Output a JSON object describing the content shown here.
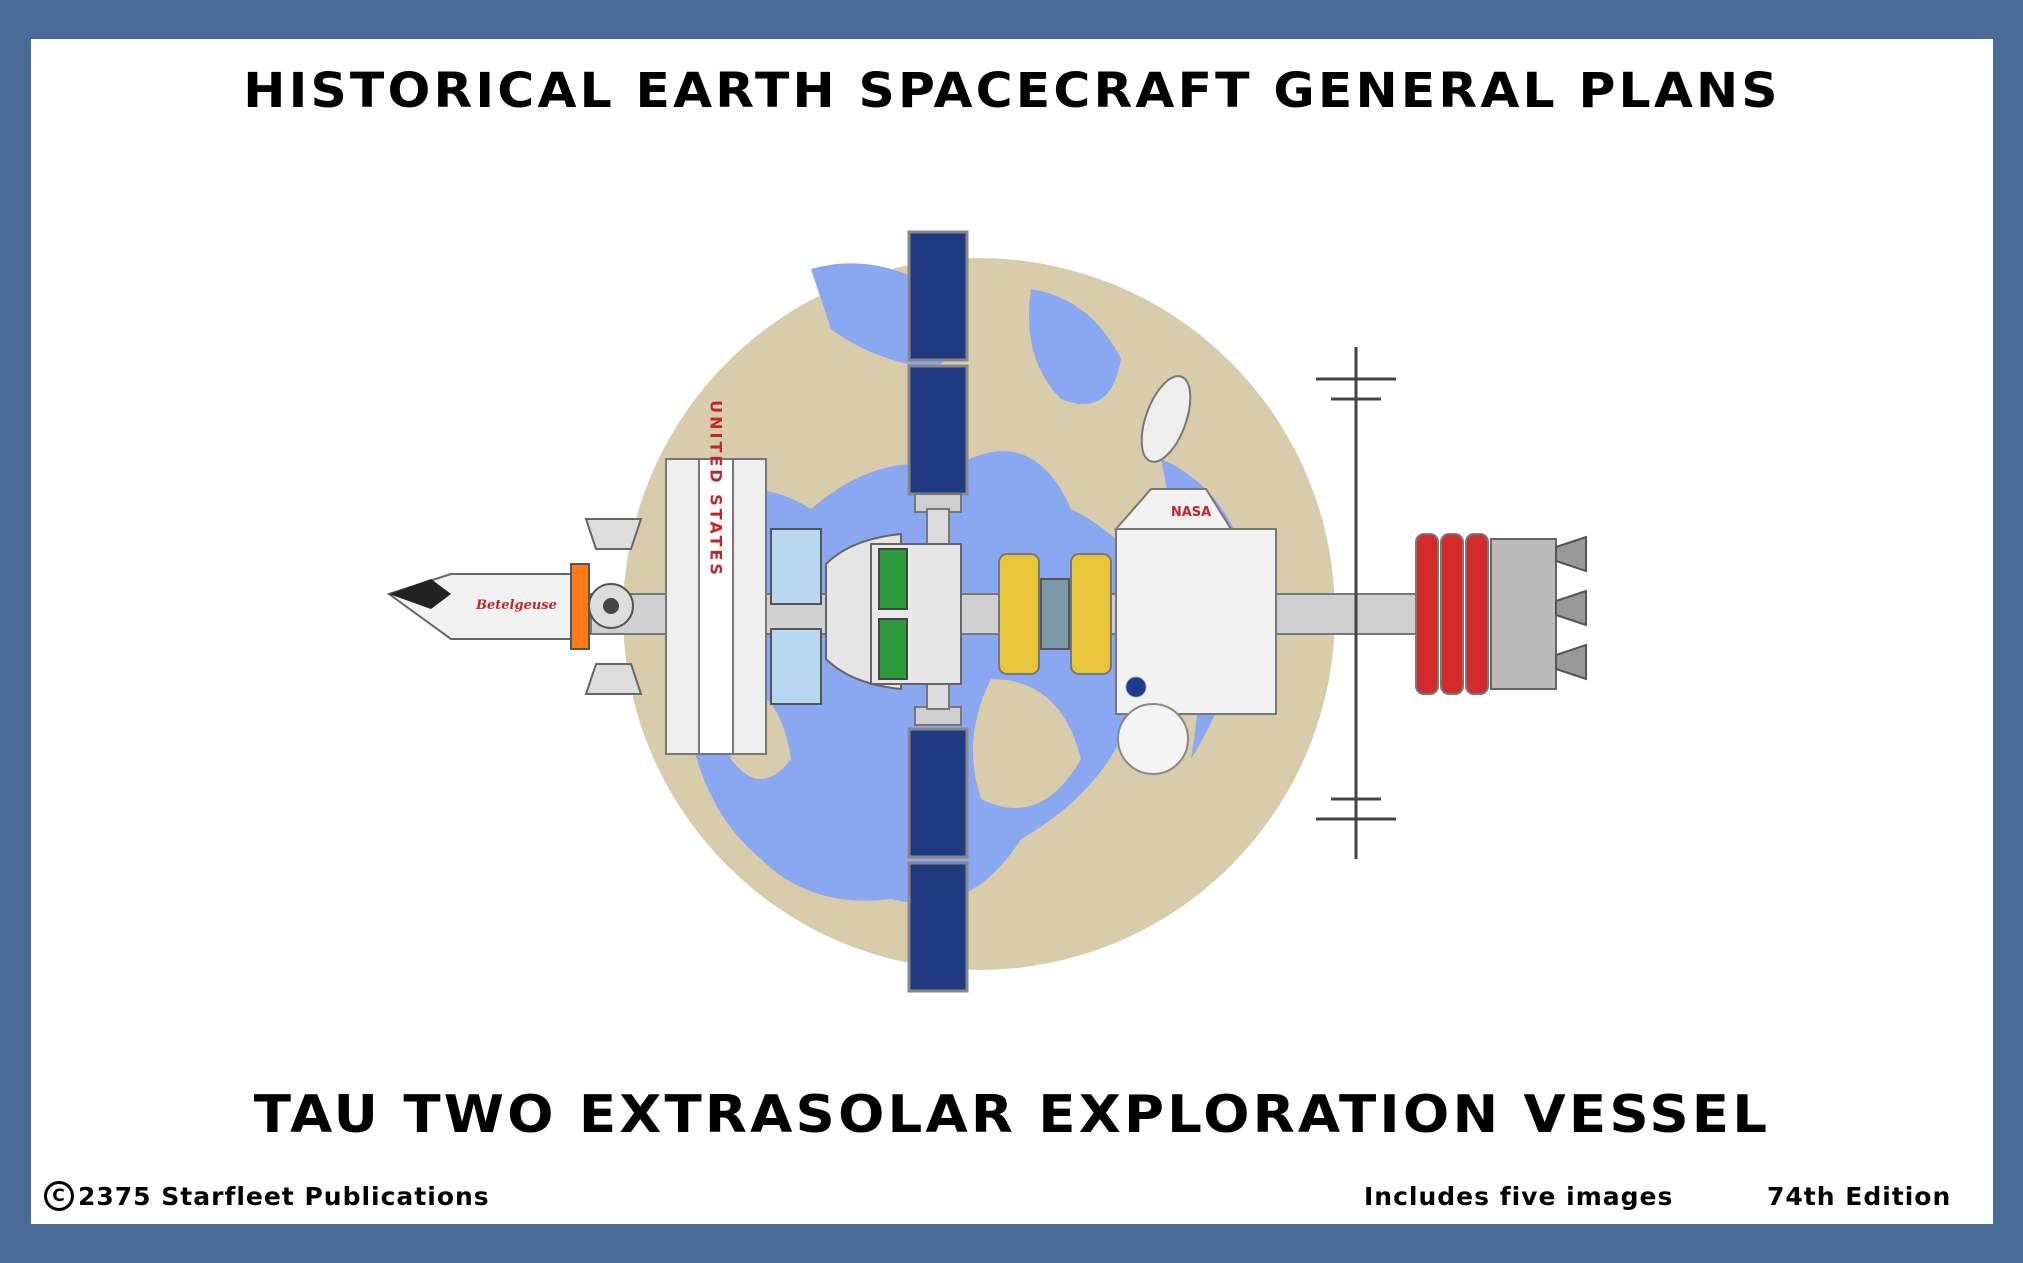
{
  "header": {
    "title": "HISTORICAL EARTH SPACECRAFT GENERAL PLANS"
  },
  "vessel": {
    "name": "TAU TWO EXTRASOLAR EXPLORATION VESSEL"
  },
  "footer": {
    "copyright_symbol": "C",
    "copyright": "2375 Starfleet Publications",
    "includes": "Includes five images",
    "edition": "74th Edition"
  },
  "markings": {
    "hull_lettering": "UNITED STATES",
    "agency": "NASA",
    "shuttle_name": "Betelgeuse"
  },
  "colors": {
    "border": "#4a6b97",
    "ocean": "#8aa7f2",
    "land": "#d9ccaa",
    "solar_panel": "#1f3a80",
    "hull": "#f2f2f2",
    "tank_green": "#2e9a3e",
    "tank_yellow": "#e8c53a",
    "tank_red": "#d42a2a",
    "accent_orange": "#ff7a1a"
  }
}
